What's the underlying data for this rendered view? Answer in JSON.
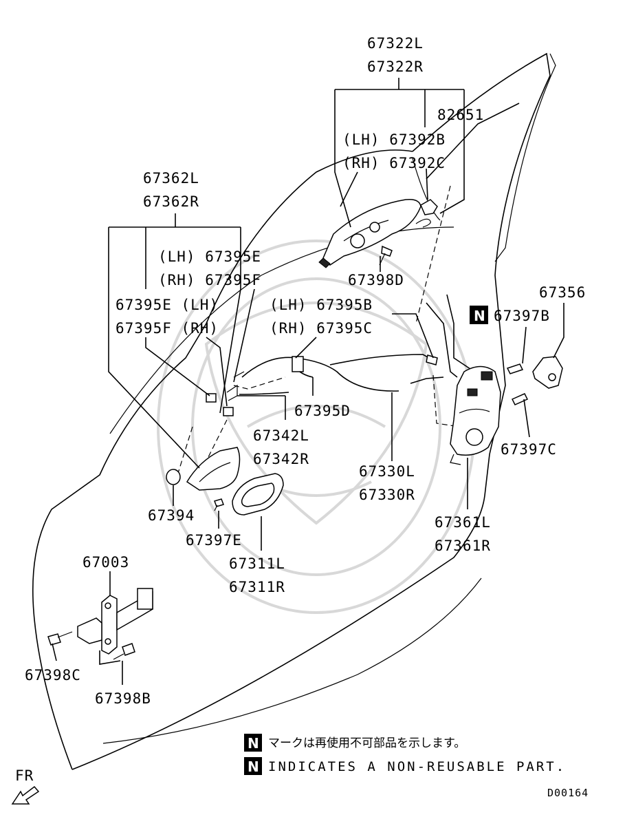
{
  "labels": {
    "p67322L": "67322L",
    "p67322R": "67322R",
    "p82651": "82651",
    "lh67392B": "(LH) 67392B",
    "rh67392C": "(RH) 67392C",
    "p67398D": "67398D",
    "p67362L": "67362L",
    "p67362R": "67362R",
    "lh67395E": "(LH) 67395E",
    "rh67395F": "(RH) 67395F",
    "p67395E_lh": "67395E (LH)",
    "p67395F_rh": "67395F (RH)",
    "lh67395B": "(LH) 67395B",
    "rh67395C": "(RH) 67395C",
    "p67395D": "67395D",
    "p67342L": "67342L",
    "p67342R": "67342R",
    "p67330L": "67330L",
    "p67330R": "67330R",
    "p67356": "67356",
    "p67397B": "67397B",
    "p67397C": "67397C",
    "p67361L": "67361L",
    "p67361R": "67361R",
    "p67394": "67394",
    "p67397E": "67397E",
    "p67311L": "67311L",
    "p67311R": "67311R",
    "p67003": "67003",
    "p67398C": "67398C",
    "p67398B": "67398B"
  },
  "legend": {
    "badge": "N",
    "jp_text": "マークは再使用不可部品を示します。",
    "en_text": "INDICATES A NON-REUSABLE PART."
  },
  "direction_label": "FR",
  "diagram_code": "D00164"
}
